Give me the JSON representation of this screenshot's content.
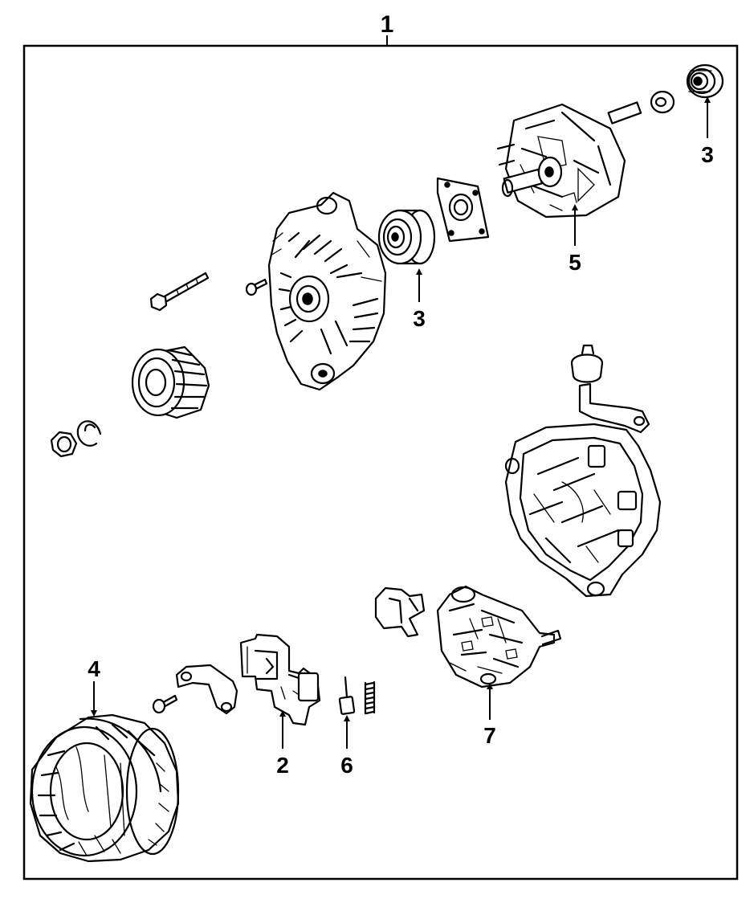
{
  "diagram": {
    "callouts": [
      {
        "id": "callout-1",
        "label": "1"
      },
      {
        "id": "callout-3-top",
        "label": "3"
      },
      {
        "id": "callout-5",
        "label": "5"
      },
      {
        "id": "callout-3-mid",
        "label": "3"
      },
      {
        "id": "callout-4",
        "label": "4"
      },
      {
        "id": "callout-2",
        "label": "2"
      },
      {
        "id": "callout-6",
        "label": "6"
      },
      {
        "id": "callout-7",
        "label": "7"
      }
    ],
    "parts": [
      {
        "name": "front-housing",
        "icon": "housing-icon"
      },
      {
        "name": "rotor",
        "icon": "rotor-icon"
      },
      {
        "name": "pulley",
        "icon": "pulley-icon"
      },
      {
        "name": "stator",
        "icon": "stator-icon"
      },
      {
        "name": "rear-housing",
        "icon": "housing-icon"
      },
      {
        "name": "voltage-regulator",
        "icon": "regulator-icon"
      },
      {
        "name": "rectifier",
        "icon": "rectifier-icon"
      },
      {
        "name": "bearing",
        "icon": "bearing-icon"
      },
      {
        "name": "brush",
        "icon": "brush-icon"
      }
    ]
  }
}
